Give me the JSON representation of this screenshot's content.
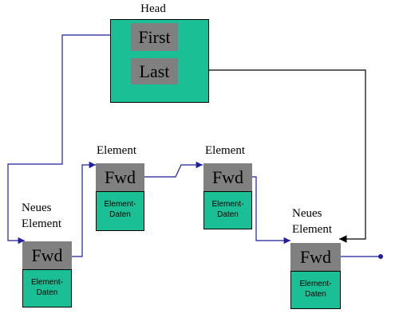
{
  "head": {
    "title": "Head",
    "first_label": "First",
    "last_label": "Last"
  },
  "nodes": [
    {
      "title_line1": "Neues",
      "title_line2": "Element",
      "fwd_label": "Fwd",
      "data_line1": "Element-",
      "data_line2": "Daten"
    },
    {
      "title_line1": "Element",
      "fwd_label": "Fwd",
      "data_line1": "Element-",
      "data_line2": "Daten"
    },
    {
      "title_line1": "Element",
      "fwd_label": "Fwd",
      "data_line1": "Element-",
      "data_line2": "Daten"
    },
    {
      "title_line1": "Neues",
      "title_line2": "Element",
      "fwd_label": "Fwd",
      "data_line1": "Element-",
      "data_line2": "Daten"
    }
  ],
  "colors": {
    "box_fill": "#1abf96",
    "field_fill": "#808080",
    "pointer_blue": "#1f1f9f",
    "pointer_black": "#000000"
  }
}
